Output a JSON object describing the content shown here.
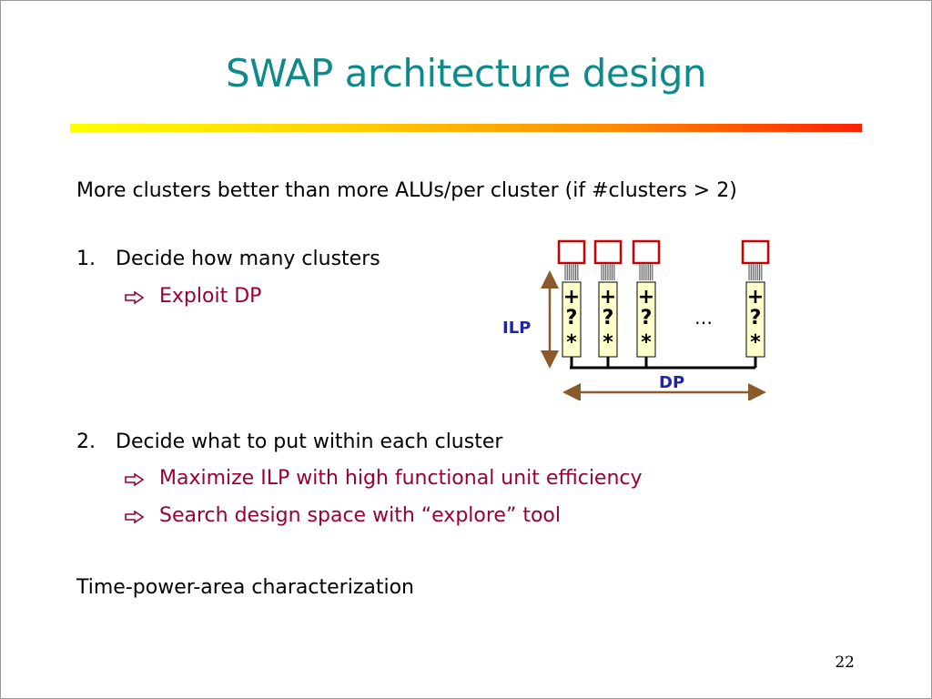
{
  "slide": {
    "title": "SWAP architecture design",
    "intro": "More clusters better than more ALUs/per cluster (if #clusters > 2)",
    "step1": {
      "number": "1.",
      "text": "Decide how many clusters",
      "bullets": [
        "Exploit DP"
      ]
    },
    "step2": {
      "number": "2.",
      "text": "Decide what to put within each cluster",
      "bullets": [
        "Maximize ILP with high functional unit efficiency",
        "Search design space with “explore” tool"
      ]
    },
    "closing": "Time-power-area characterization",
    "page_number": "22"
  },
  "diagram": {
    "ilp_label": "ILP",
    "dp_label": "DP",
    "ellipsis": "…",
    "alu_ops": [
      "+",
      "?",
      "*"
    ],
    "colors": {
      "register_box": "#cc0000",
      "alu_fill": "#ffffcc",
      "labels": "#2222aa",
      "arrows": "#8b5a2b",
      "bus": "#000000"
    }
  },
  "colors": {
    "title": "#0f8a8a",
    "sub_bullet": "#990033"
  }
}
